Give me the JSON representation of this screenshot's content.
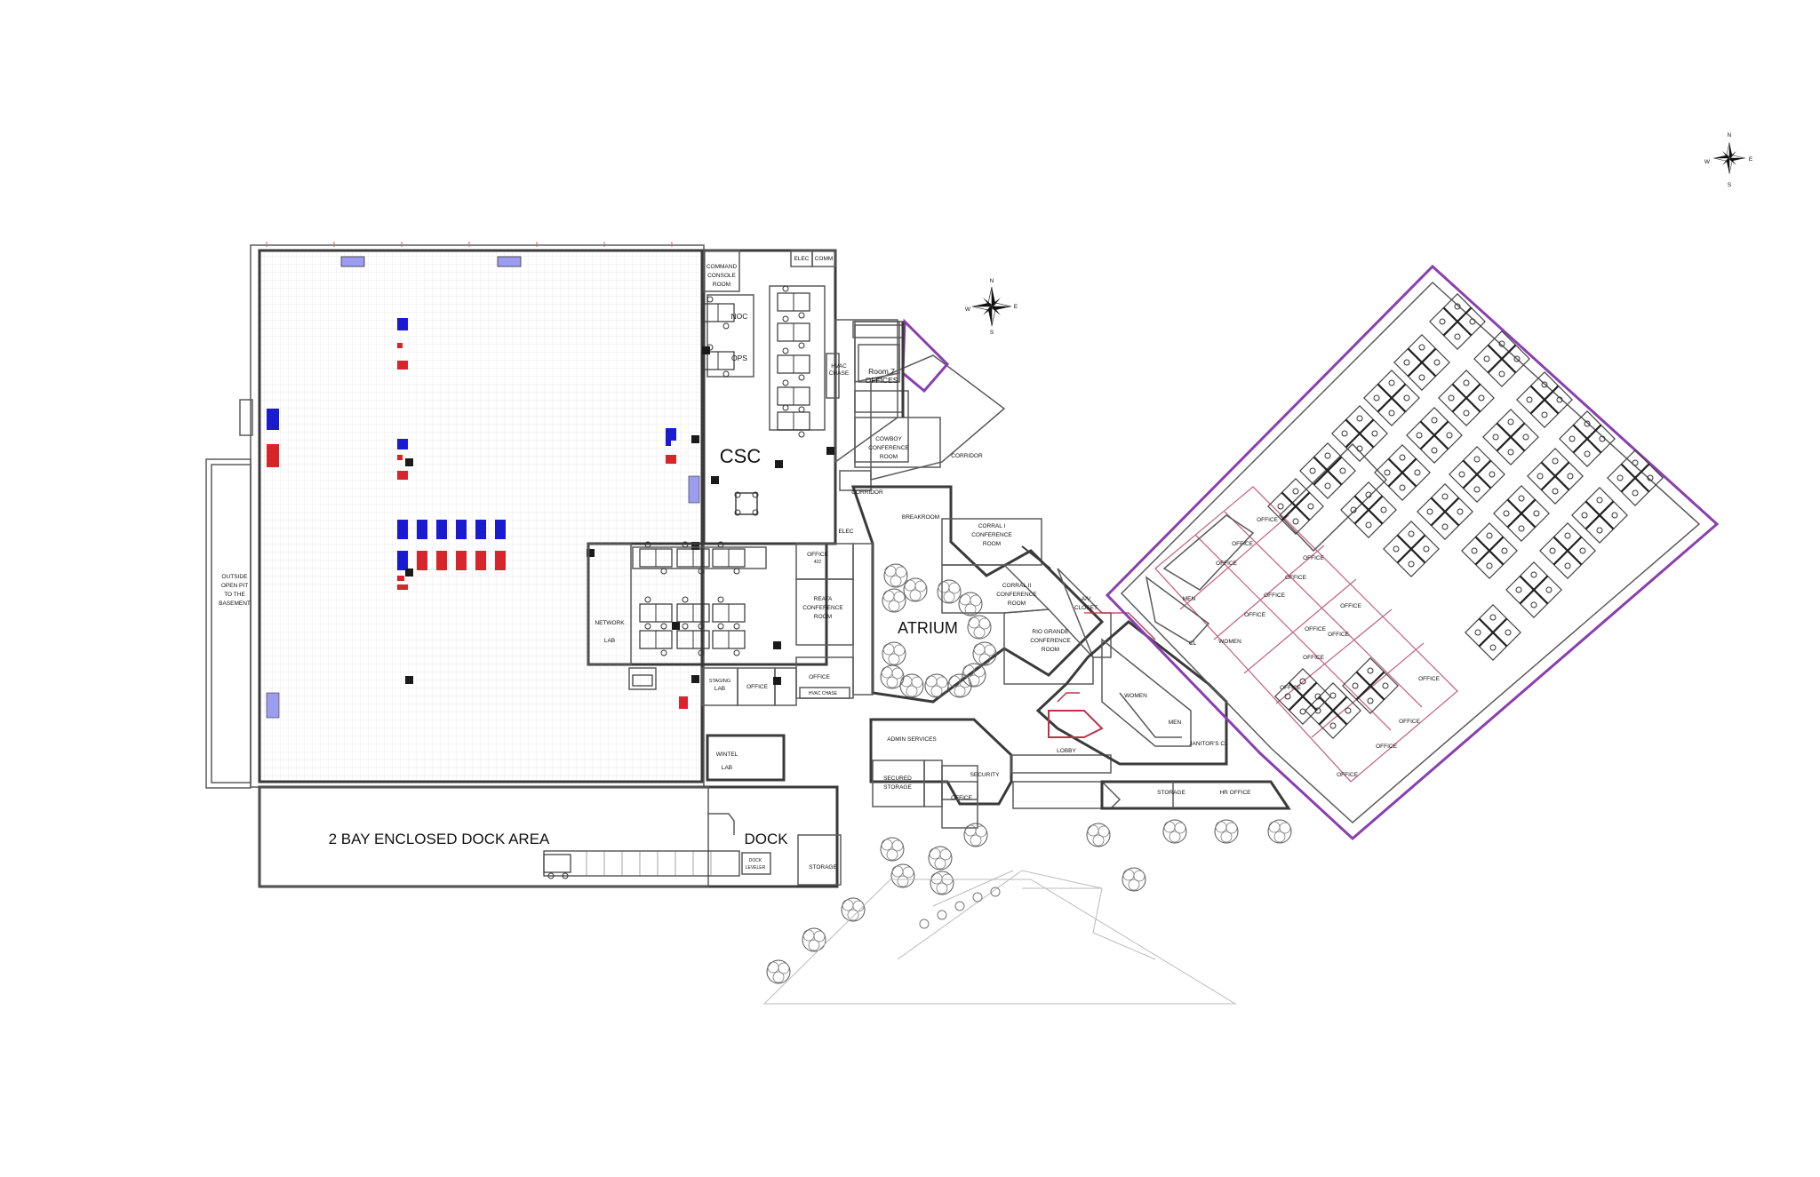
{
  "room_labels": {
    "csc": "CSC",
    "atrium": "ATRIUM",
    "dock": "DOCK",
    "dock_area": "2 BAY ENCLOSED DOCK AREA",
    "command_console_1": "COMMAND",
    "command_console_2": "CONSOLE",
    "command_console_3": "ROOM",
    "elec_top": "ELEC",
    "comm": "COMM",
    "noc": "NOC",
    "ops": "OPS",
    "hvac_chase_1": "HVAC",
    "hvac_chase_2": "CHASE",
    "room7_1": "Room 7",
    "room7_2": "OFFICES",
    "cowboy_1": "COWBOY",
    "cowboy_2": "CONFERENCE",
    "cowboy_3": "ROOM",
    "corridor_1": "CORRIDOR",
    "corridor_2": "CORRIDOR",
    "elec_mid": "ELEC",
    "breakroom": "BREAKROOM",
    "corral1_1": "CORRAL I",
    "corral1_2": "CONFERENCE",
    "corral1_3": "ROOM",
    "corral2_1": "CORRAL II",
    "corral2_2": "CONFERENCE",
    "corral2_3": "ROOM",
    "rio_1": "RIO GRANDE",
    "rio_2": "CONFERENCE",
    "rio_3": "ROOM",
    "av_1": "A/V",
    "av_2": "CLOSET",
    "office_a": "OFFICE",
    "office_a_num": "422",
    "reata_1": "REATA",
    "reata_2": "CONFERENCE",
    "reata_3": "ROOM",
    "network_1": "NETWORK",
    "network_2": "LAB",
    "staging_1": "STAGING",
    "staging_2": "LAB",
    "office_b": "OFFICE",
    "office_c": "OFFICE",
    "hvac_chase_bottom": "HVAC CHASE",
    "wintel_1": "WINTEL",
    "wintel_2": "LAB",
    "admin": "ADMIN SERVICES",
    "secured_1": "SECURED",
    "secured_2": "STORAGE",
    "security": "SECURITY",
    "office_d": "OFFICE",
    "lobby": "LOBBY",
    "women_1": "WOMEN",
    "men_1": "MEN",
    "janitor": "JANITOR'S CL",
    "storage_1": "STORAGE",
    "hr_office": "HR OFFICE",
    "storage_2": "STORAGE",
    "dock_leveler_1": "DOCK",
    "dock_leveler_2": "LEVELER",
    "outside_1": "OUTSIDE",
    "outside_2": "OPEN PIT",
    "outside_3": "TO THE",
    "outside_4": "BASEMENT",
    "men_2": "MEN",
    "women_2": "WOMEN",
    "cl": "CL",
    "office_wing": "OFFICE"
  },
  "compass": {
    "n": "N",
    "s": "S",
    "e": "E",
    "w": "W"
  },
  "colors": {
    "rack_red": "#d8242b",
    "rack_blue": "#1a1ad0",
    "rack_light": "#9c9cf0",
    "wing_outline": "#8a3fb0",
    "office_walls": "#c46a8a"
  }
}
